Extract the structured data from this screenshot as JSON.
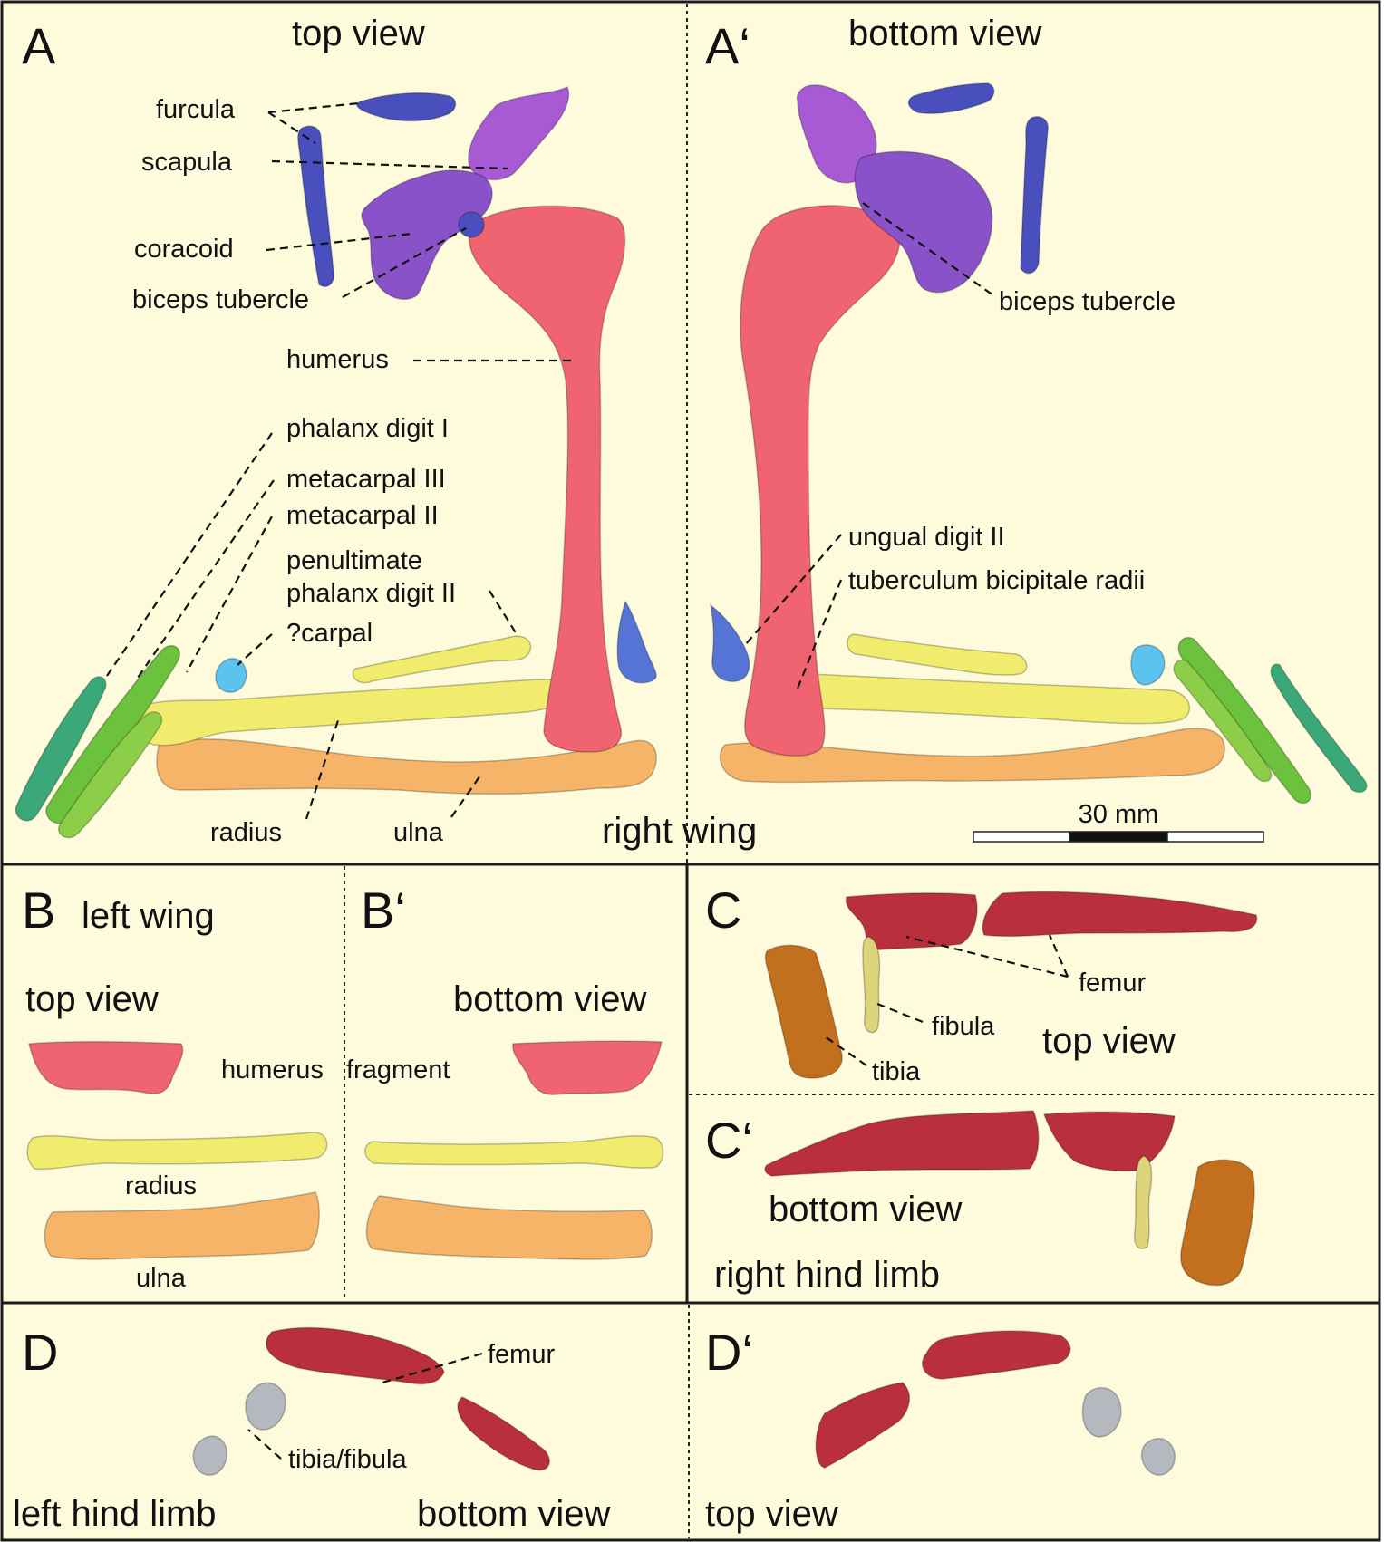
{
  "colors": {
    "background": "#fdfbdc",
    "border": "#1a1a1a",
    "humerus": "#ef6470",
    "femur": "#b9303c",
    "coracoid": "#8a52c8",
    "scapula": "#a85ad4",
    "furcula": "#4a4fbe",
    "radius": "#f1ec6e",
    "ulna": "#f5b468",
    "carpal": "#5cc3ef",
    "ungual": "#5574d6",
    "phalanx_digit": "#3aa878",
    "metacarpal_iii": "#6cc23c",
    "metacarpal_ii": "#8cce48",
    "fibula": "#dcd37a",
    "tibia": "#c2701e",
    "tibia_fibula": "#b5b8bf"
  },
  "panels": {
    "A": {
      "letter": "A",
      "title": "top view",
      "labels": {
        "furcula": "furcula",
        "scapula": "scapula",
        "coracoid": "coracoid",
        "biceps_tubercle": "biceps tubercle",
        "humerus": "humerus",
        "phalanx_digit_i": "phalanx digit I",
        "metacarpal_iii": "metacarpal III",
        "metacarpal_ii": "metacarpal II",
        "penultimate_1": "penultimate",
        "penultimate_2": "phalanx digit II",
        "carpal": "?carpal",
        "radius": "radius",
        "ulna": "ulna"
      }
    },
    "A_prime": {
      "letter": "A‘",
      "title": "bottom view",
      "labels": {
        "biceps_tubercle": "biceps tubercle",
        "ungual_digit_ii": "ungual digit II",
        "tuberculum": "tuberculum bicipitale radii"
      }
    },
    "right_wing": "right wing",
    "scale_bar": "30 mm",
    "B": {
      "letter": "B",
      "title": "left wing",
      "view": "top view",
      "labels": {
        "humerus": "humerus",
        "radius": "radius",
        "ulna": "ulna"
      }
    },
    "B_prime": {
      "letter": "B‘",
      "view": "bottom view",
      "labels": {
        "fragment": "fragment"
      }
    },
    "C": {
      "letter": "C",
      "view": "top view",
      "labels": {
        "femur": "femur",
        "fibula": "fibula",
        "tibia": "tibia"
      }
    },
    "C_prime": {
      "letter": "C‘",
      "view": "bottom view",
      "title": "right hind limb"
    },
    "D": {
      "letter": "D",
      "title": "left hind limb",
      "view": "bottom view",
      "labels": {
        "femur": "femur",
        "tibia_fibula": "tibia/fibula"
      }
    },
    "D_prime": {
      "letter": "D‘",
      "view": "top view"
    }
  }
}
